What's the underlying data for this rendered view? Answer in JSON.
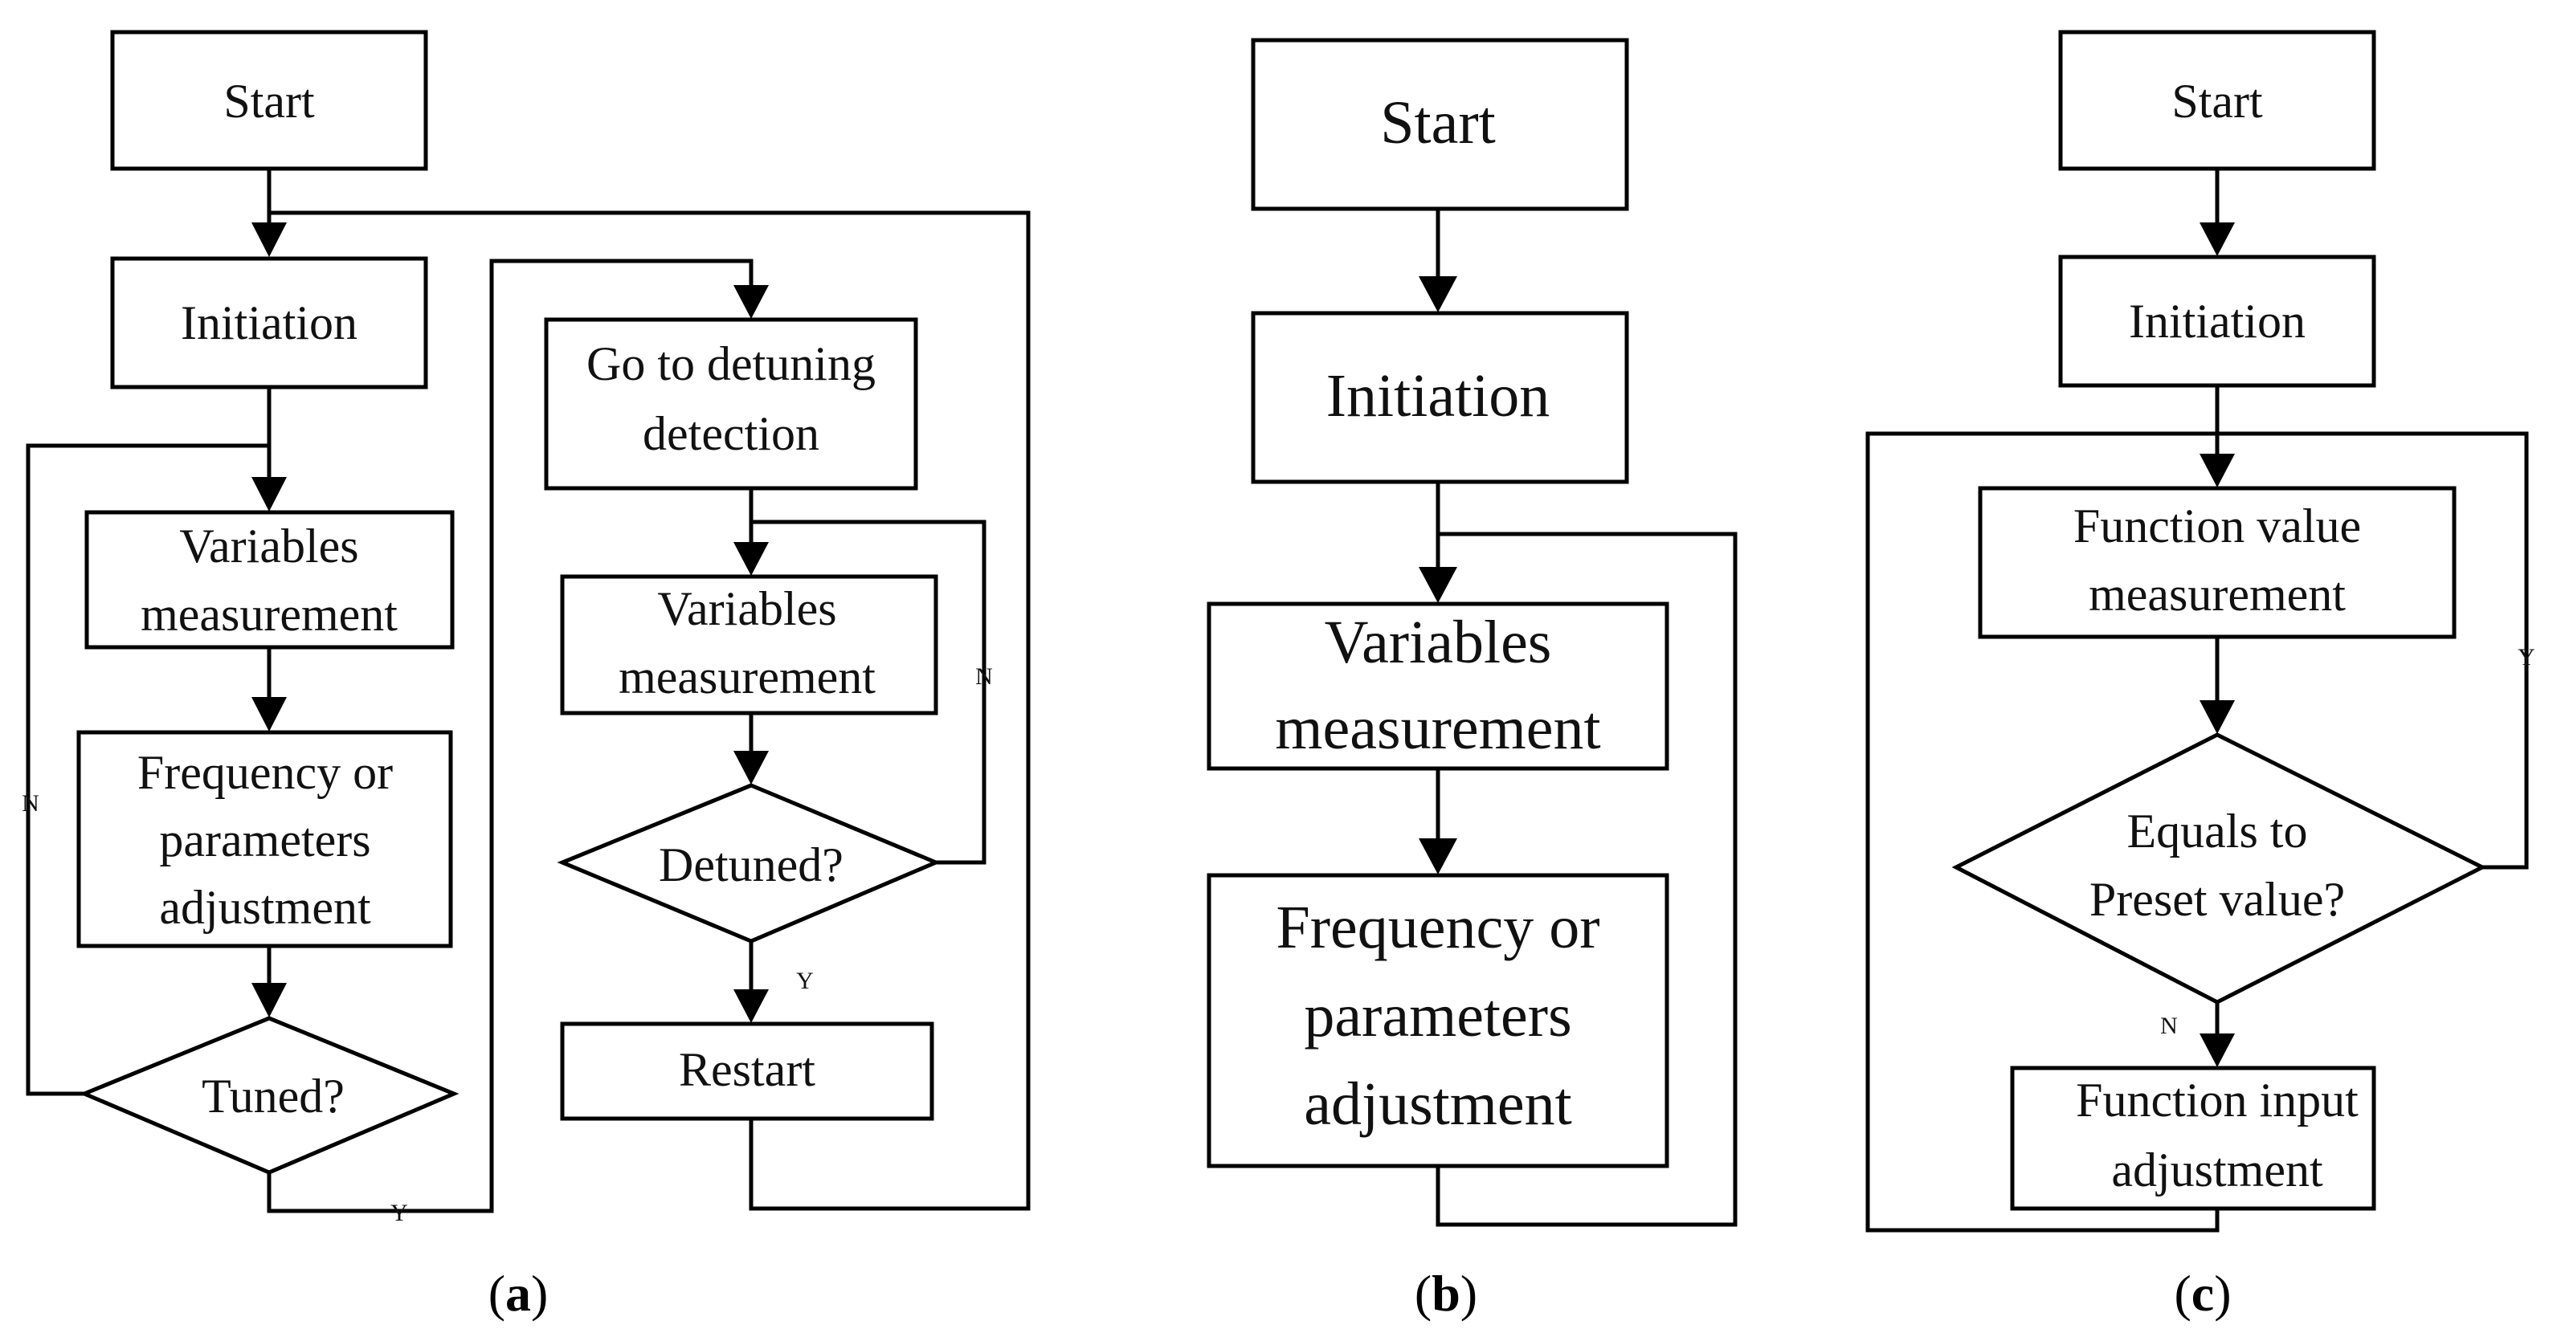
{
  "panel_a": {
    "caption_letter": "a",
    "start": "Start",
    "initiation": "Initiation",
    "variables_line1": "Variables",
    "variables_line2": "measurement",
    "adjust_line1": "Frequency or",
    "adjust_line2": "parameters",
    "adjust_line3": "adjustment",
    "tuned": "Tuned?",
    "goto_line1": "Go to detuning",
    "goto_line2": "detection",
    "variables2_line1": "Variables",
    "variables2_line2": "measurement",
    "detuned": "Detuned?",
    "restart": "Restart",
    "label_n_left": "N",
    "label_y_bottom": "Y",
    "label_n_right": "N",
    "label_y_detuned": "Y"
  },
  "panel_b": {
    "caption_letter": "b",
    "start": "Start",
    "initiation": "Initiation",
    "variables_line1": "Variables",
    "variables_line2": "measurement",
    "adjust_line1": "Frequency or",
    "adjust_line2": "parameters",
    "adjust_line3": "adjustment"
  },
  "panel_c": {
    "caption_letter": "c",
    "start": "Start",
    "initiation": "Initiation",
    "function_line1": "Function value",
    "function_line2": "measurement",
    "equals_line1": "Equals to",
    "equals_line2": "Preset value?",
    "input_line1": "Function input",
    "input_line2": "adjustment",
    "label_y": "Y",
    "label_n": "N"
  }
}
